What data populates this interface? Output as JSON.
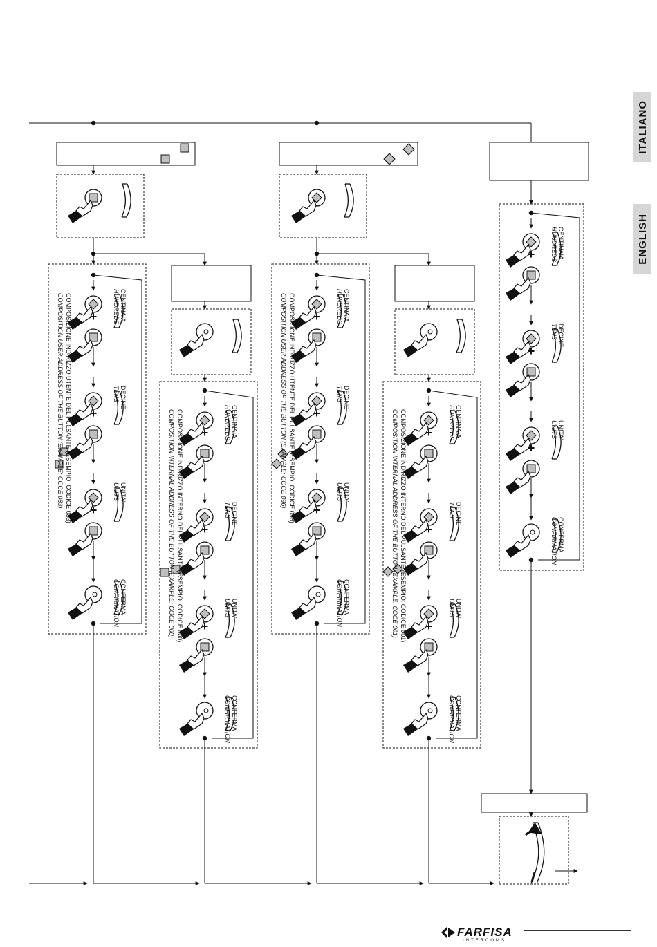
{
  "side_tabs": {
    "italiano": "ITALIANO",
    "english": "ENGLISH"
  },
  "logo": {
    "name": "FARFISA",
    "sub": "INTERCOMS"
  },
  "columns": [
    {
      "note_it": "COMPOSIZIONE INDIRIZZO UTENTE DEL PULSANTE",
      "note_it_suffix": "(ESEMPIO: CODICE 083)",
      "note_en": "COMPOSITION USER ADDRESS OF THE BUTTON",
      "note_en_suffix": "(EXAMPLE: COCE 083)"
    },
    {
      "note_it": "COMPOSIZIONE INDIRIZZO INTERNO DEL PULSANTE",
      "note_it_suffix": "(ESEMPIO: CODICE 000)",
      "note_en": "COMPOSITION INTERNAL ADDRESS OF THE BUTTON",
      "note_en_suffix": "(EXAMPLE: COCE 000)"
    },
    {
      "note_it": "COMPOSIZIONE INDIRIZZO UTENTE DEL PULSANTE",
      "note_it_suffix": "(ESEMPIO: CODICE 096)",
      "note_en": "COMPOSITION USER ADDRESS OF THE BUTTON",
      "note_en_suffix": "(EXAMPLE: COCE 096)"
    },
    {
      "note_it": "COMPOSIZIONE INDIRIZZO INTERNO DEL PULSANTE",
      "note_it_suffix": "(ESEMPIO: CODICE 001)",
      "note_en": "COMPOSITION INTERNAL ADDRESS OF THE BUTTON",
      "note_en_suffix": "(EXAMPLE: COCE 001)"
    }
  ],
  "steps": {
    "hundreds_it": "CENTINAIA",
    "hundreds_en": "HUNDREDS",
    "tens_it": "DECINE",
    "tens_en": "TENS",
    "units_it": "UNITA'",
    "units_en": "UNITS",
    "confirm_it": "CONFERMA",
    "confirm_en": "CONFIRMATION"
  },
  "symbols": {
    "plus": "+"
  }
}
